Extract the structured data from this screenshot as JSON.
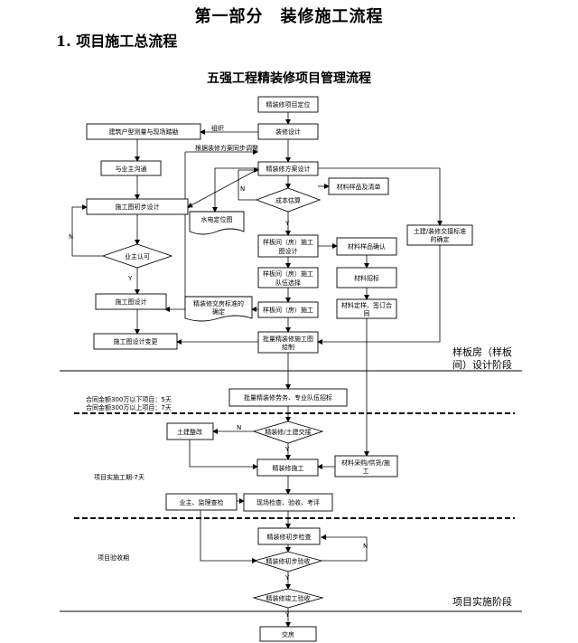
{
  "heading": {
    "part_title": "第一部分　装修施工流程",
    "section_title": "1. 项目施工总流程",
    "chart_title": "五强工程精装修项目管理流程"
  },
  "nodes": {
    "positioning": "精装修项目定位",
    "design": "装修设计",
    "survey": "建筑户型测量与现场踏勘",
    "owner_comm": "与业主沟通",
    "prelim_drawing": "施工图初步设计",
    "owner_approval": "业主认可",
    "drawing_design": "施工图设计",
    "drawing_change": "施工图设计变更",
    "scheme_design": "精装修方案设计",
    "cost_estimate": "成本估算",
    "material_samples": "材料样品及清单",
    "water_elec": "水电定位图",
    "civil_standard_1": "土建/装修交接标准",
    "civil_standard_2": "的确定",
    "sample_drawing_1": "样板间（房）施工",
    "sample_drawing_2": "图设计",
    "sample_team_1": "样板间（房）施工",
    "sample_team_2": "队伍选择",
    "sample_construction": "样板间（房）施工",
    "material_confirm": "材料样品确认",
    "material_bid": "材料招标",
    "material_contract_1": "材料定样、签订合",
    "material_contract_2": "同",
    "handover_std_1": "精装修交房标准的",
    "handover_std_2": "确定",
    "batch_drawing_1": "批量精装修施工图",
    "batch_drawing_2": "绘制",
    "batch_bid": "批量精装修劳务、专业队伍招标",
    "civil_rectify": "土建整改",
    "civil_handover": "精装修/土建交接",
    "construction": "精装修施工",
    "material_purchase_1": "材料采购/供货/施",
    "material_purchase_2": "工",
    "supervision": "业主、监理查检",
    "site_check": "现场检查、验收、考评",
    "initial_check": "精装修初步检查",
    "initial_accept": "精装修初步验收",
    "final_accept": "精装修竣工验收",
    "handover": "交房"
  },
  "labels": {
    "organize": "组织",
    "sync_adjust": "根据装修方案同步调整",
    "yes": "Y",
    "no": "N",
    "contract_small": "合同金额300万以下项目：5天",
    "contract_large": "合同金额300万以上项目：7天",
    "impl_period": "项目实施工期-7天",
    "accept_period": "项目验收期"
  },
  "stages": {
    "sample_stage_1": "样板房（样板",
    "sample_stage_2": "间）设计阶段",
    "impl_stage": "项目实施阶段"
  }
}
